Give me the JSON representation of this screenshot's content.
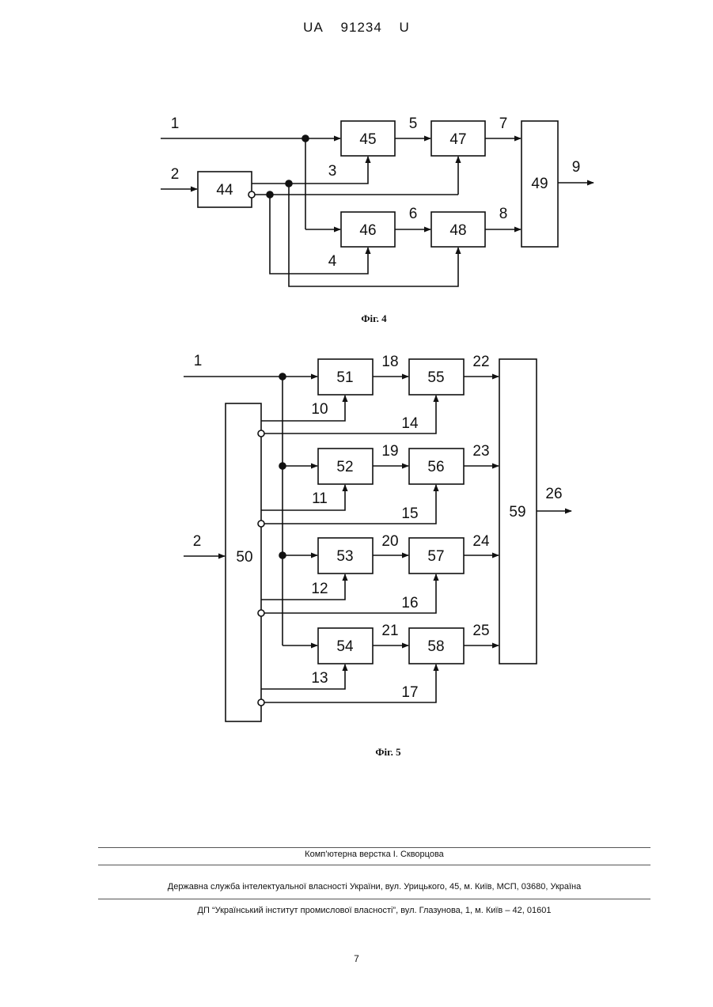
{
  "header": {
    "country": "UA",
    "number": "91234",
    "kind": "U"
  },
  "fig4": {
    "caption": "Фіг. 4",
    "blocks": {
      "b44": "44",
      "b45": "45",
      "b46": "46",
      "b47": "47",
      "b48": "48",
      "b49": "49"
    },
    "labels": {
      "l1": "1",
      "l2": "2",
      "l3": "3",
      "l4": "4",
      "l5": "5",
      "l6": "6",
      "l7": "7",
      "l8": "8",
      "l9": "9"
    }
  },
  "fig5": {
    "caption": "Фіг. 5",
    "blocks": {
      "b50": "50",
      "b51": "51",
      "b52": "52",
      "b53": "53",
      "b54": "54",
      "b55": "55",
      "b56": "56",
      "b57": "57",
      "b58": "58",
      "b59": "59"
    },
    "labels": {
      "l1": "1",
      "l2": "2",
      "l10": "10",
      "l11": "11",
      "l12": "12",
      "l13": "13",
      "l14": "14",
      "l15": "15",
      "l16": "16",
      "l17": "17",
      "l18": "18",
      "l19": "19",
      "l20": "20",
      "l21": "21",
      "l22": "22",
      "l23": "23",
      "l24": "24",
      "l25": "25",
      "l26": "26"
    }
  },
  "footer": {
    "typesetting": "Комп’ютерна верстка І. Скворцова",
    "service": "Державна служба інтелектуальної власності України, вул. Урицького, 45, м. Київ, МСП, 03680, Україна",
    "institute": "ДП “Український інститут промислової власності”, вул. Глазунова, 1, м. Київ – 42, 01601"
  },
  "page_number": "7"
}
